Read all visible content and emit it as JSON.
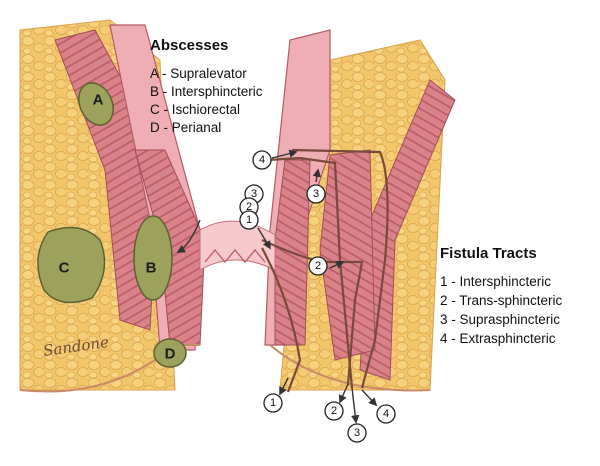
{
  "abscesses": {
    "title": "Abscesses",
    "items": [
      {
        "key": "A",
        "label": "A - Supralevator"
      },
      {
        "key": "B",
        "label": "B - Intersphincteric"
      },
      {
        "key": "C",
        "label": "C - Ischiorectal"
      },
      {
        "key": "D",
        "label": "D - Perianal"
      }
    ]
  },
  "fistula_tracts": {
    "title": "Fistula Tracts",
    "items": [
      {
        "num": "1",
        "label": "1 - Intersphincteric"
      },
      {
        "num": "2",
        "label": "2 - Trans-sphincteric"
      },
      {
        "num": "3",
        "label": "3 - Suprasphincteric"
      },
      {
        "num": "4",
        "label": "4 - Extrasphincteric"
      }
    ]
  },
  "marker_labels": {
    "abscess_A": "A",
    "abscess_B": "B",
    "abscess_C": "C",
    "abscess_D": "D",
    "tract_1": "1",
    "tract_2": "2",
    "tract_3": "3",
    "tract_4": "4"
  },
  "signature": "Sandone",
  "colors": {
    "fat": "#f1c56a",
    "fat_dark": "#e3a84e",
    "muscle": "#d9828a",
    "muscle_dark": "#b95a63",
    "mucosa": "#f3b9bd",
    "abscess": "#9ca15c",
    "tract": "#7a4a3a"
  }
}
